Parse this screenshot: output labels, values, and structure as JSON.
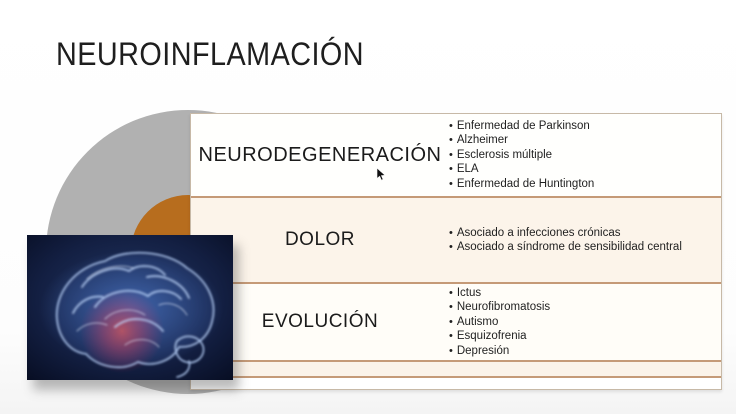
{
  "slide": {
    "title": "NEUROINFLAMACIÓN"
  },
  "table": {
    "bullet_char": "•",
    "rows": [
      {
        "header": "NEURODEGENERACIÓN",
        "items": [
          "Enfermedad de Parkinson",
          "Alzheimer",
          "Esclerosis múltiple",
          "ELA",
          "Enfermedad de Huntington"
        ]
      },
      {
        "header": "DOLOR",
        "items": [
          "Asociado a infecciones crónicas",
          "Asociado a síndrome de sensibilidad central"
        ]
      },
      {
        "header": "EVOLUCIÓN",
        "items": [
          "Ictus",
          "Neurofibromatosis",
          "Autismo",
          "Esquizofrenia",
          "Depresión"
        ]
      }
    ]
  },
  "icons": {
    "cursor": "mouse-arrow-cursor",
    "picture": "glowing-brain-photo"
  },
  "colors": {
    "row_border_tan": "#c59a77",
    "row_tint_cream": "#fcf4ea",
    "decor_gray": "#b1b1b1",
    "decor_orange": "#b76d1e",
    "title_text": "#1e1e1e",
    "brain_bg_navy": "#101b3d",
    "brain_glow_red": "#ff5448",
    "brain_glow_blue": "#5c8fe8"
  }
}
